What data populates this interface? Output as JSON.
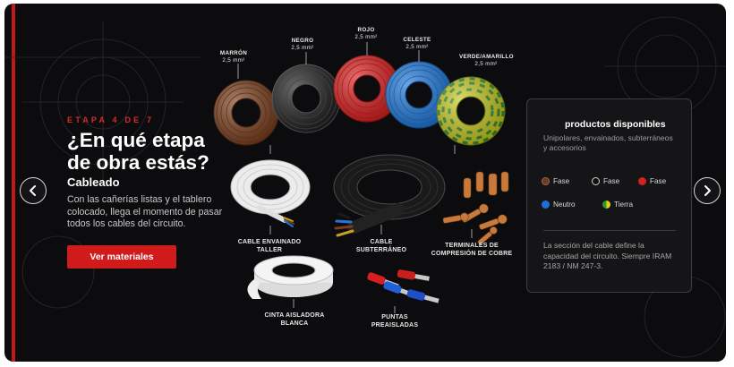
{
  "hero": {
    "eyebrow": "ETAPA 4 DE 7",
    "title_line1": "¿En qué etapa",
    "title_line2": "de obra estás?",
    "subtitle": "Cableado",
    "description": "Con las cañerías listas y el tablero colocado, llega el momento de pasar todos los cables del circuito.",
    "cta_label": "Ver materiales"
  },
  "cable_rolls": [
    {
      "name": "MARRÓN",
      "size": "2,5 mm²",
      "color": "#7a3f1f"
    },
    {
      "name": "NEGRO",
      "size": "2,5 mm²",
      "color": "#1c1c1c"
    },
    {
      "name": "ROJO",
      "size": "2,5 mm²",
      "color": "#d81f1f"
    },
    {
      "name": "CELESTE",
      "size": "2,5 mm²",
      "color": "#1f78d8"
    },
    {
      "name": "VERDE/AMARILLO",
      "size": "2,5 mm²",
      "color": "#c8c81f"
    }
  ],
  "products": {
    "taller": {
      "line1": "CABLE ENVAINADO",
      "line2": "TALLER"
    },
    "subterraneo": {
      "line1": "CABLE",
      "line2": "SUBTERRÁNEO"
    },
    "terminales": {
      "line1": "TERMINALES DE",
      "line2": "COMPRESIÓN DE COBRE"
    },
    "cinta": {
      "line1": "CINTA AISLADORA",
      "line2": "BLANCA"
    },
    "puntas": {
      "line1": "PUNTAS",
      "line2": "PREAISLADAS"
    }
  },
  "panel": {
    "title": "productos disponibles",
    "subtitle": "Unipolares, envainados, subterráneos y accesorios",
    "legend": [
      {
        "label": "Fase",
        "color": "#6b3a1f"
      },
      {
        "label": "Fase",
        "color": "#111111"
      },
      {
        "label": "Fase",
        "color": "#d81f1f"
      },
      {
        "label": "Neutro",
        "color": "#1f6fd8"
      },
      {
        "label": "Tierra",
        "color": "#b8c81f"
      }
    ],
    "note": "La sección del cable define la capacidad del circuito. Siempre IRAM 2183 / NM 247-3."
  },
  "colors": {
    "accent": "#d11a1a",
    "background": "#0c0c0e"
  }
}
